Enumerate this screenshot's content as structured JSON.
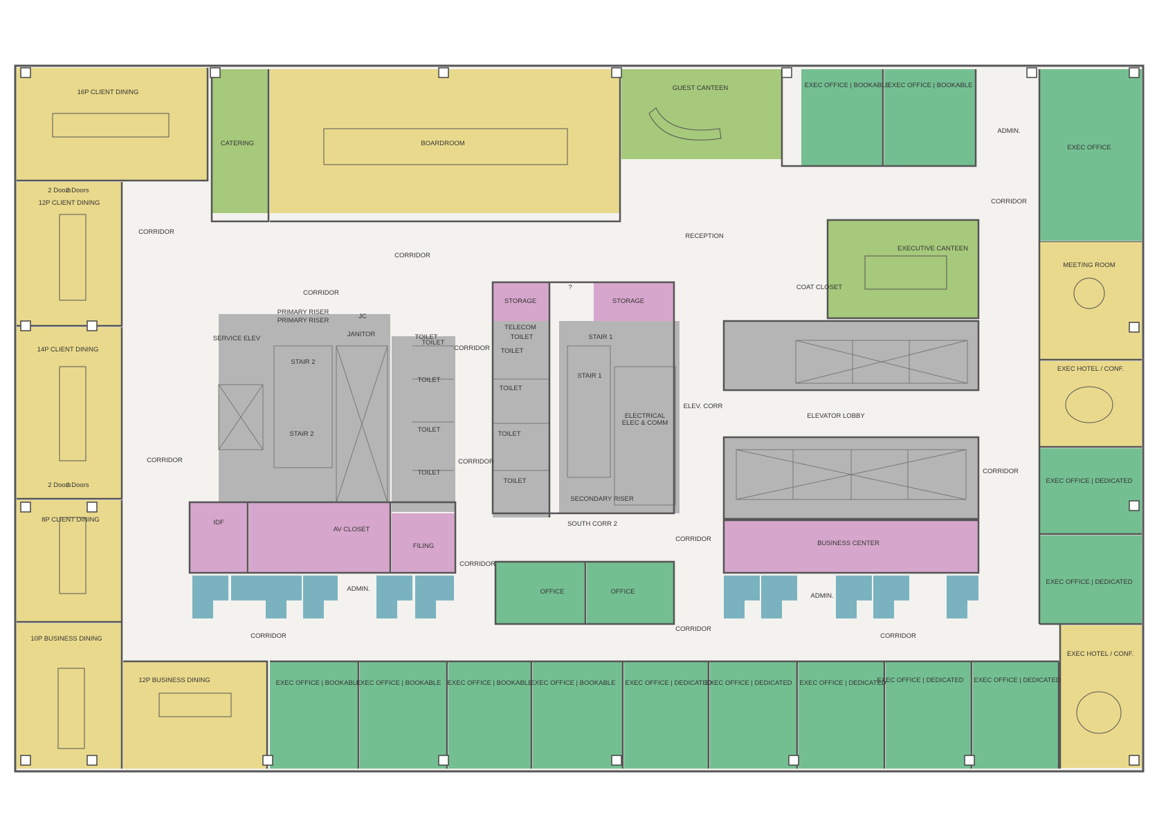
{
  "colors": {
    "dining_yellow": "#e9d98c",
    "catering_green": "#a6c97b",
    "exec_office_green": "#74bf92",
    "support_grey": "#b5b5b5",
    "storage_pink": "#d6a6cc",
    "workstation_blue": "#7ab3bf",
    "circulation": "#f3f2ee"
  },
  "rooms": {
    "client_dining_16p": "16P CLIENT DINING",
    "client_dining_12p": "12P CLIENT DINING",
    "client_dining_14p": "14P CLIENT DINING",
    "client_dining_8p": "8P CLIENT DINING",
    "business_dining_10p": "10P BUSINESS DINING",
    "business_dining_12p": "12P BUSINESS DINING",
    "catering": "CATERING",
    "boardroom": "BOARDROOM",
    "guest_canteen": "GUEST CANTEEN",
    "exec_office_bookable_1": "EXEC OFFICE | BOOKABLE",
    "exec_office_bookable_2": "EXEC OFFICE | BOOKABLE",
    "admin_ne": "ADMIN.",
    "exec_office_ne": "EXEC OFFICE",
    "reception": "RECEPTION",
    "executive_canteen": "EXECUTIVE CANTEEN",
    "coat_closet": "COAT CLOSET",
    "meeting_room": "MEETING ROOM",
    "exec_hotel_conf_1": "EXEC HOTEL / CONF.",
    "exec_office_dedicated_e1": "EXEC OFFICE | DEDICATED",
    "exec_office_dedicated_e2": "EXEC OFFICE | DEDICATED",
    "exec_hotel_conf_2": "EXEC HOTEL / CONF.",
    "service_elev": "SERVICE ELEV",
    "primary_riser": "PRIMARY RISER",
    "janitor": "JANITOR",
    "jc": "JC",
    "stair_2_top": "STAIR 2",
    "stair_2_mid": "STAIR 2",
    "toilet": "TOILET",
    "storage_1": "STORAGE",
    "storage_2": "STORAGE",
    "telecom": "TELECOM",
    "stair_1_top": "STAIR 1",
    "stair_1_mid": "STAIR 1",
    "electrical": "ELECTRICAL",
    "elec_comm": "ELEC & COMM",
    "secondary_riser": "SECONDARY RISER",
    "south_corr_2": "SOUTH CORR 2",
    "elev_corr": "ELEV. CORR",
    "elevator_lobby": "ELEVATOR LOBBY",
    "idf": "IDF",
    "av_closet": "AV CLOSET",
    "filing": "FILING",
    "admin_w": "ADMIN.",
    "office_1": "OFFICE",
    "office_2": "OFFICE",
    "business_center": "BUSINESS CENTER",
    "admin_e": "ADMIN.",
    "corridor": "CORRIDOR",
    "question_mark": "?",
    "two_doors": "2 Doors"
  },
  "south_offices": [
    "EXEC OFFICE | BOOKABLE",
    "EXEC OFFICE | BOOKABLE",
    "EXEC OFFICE | BOOKABLE",
    "EXEC OFFICE | BOOKABLE",
    "EXEC OFFICE | DEDICATED",
    "EXEC OFFICE | DEDICATED",
    "EXEC OFFICE | DEDICATED",
    "EXEC OFFICE | DEDICATED",
    "EXEC OFFICE | DEDICATED"
  ]
}
